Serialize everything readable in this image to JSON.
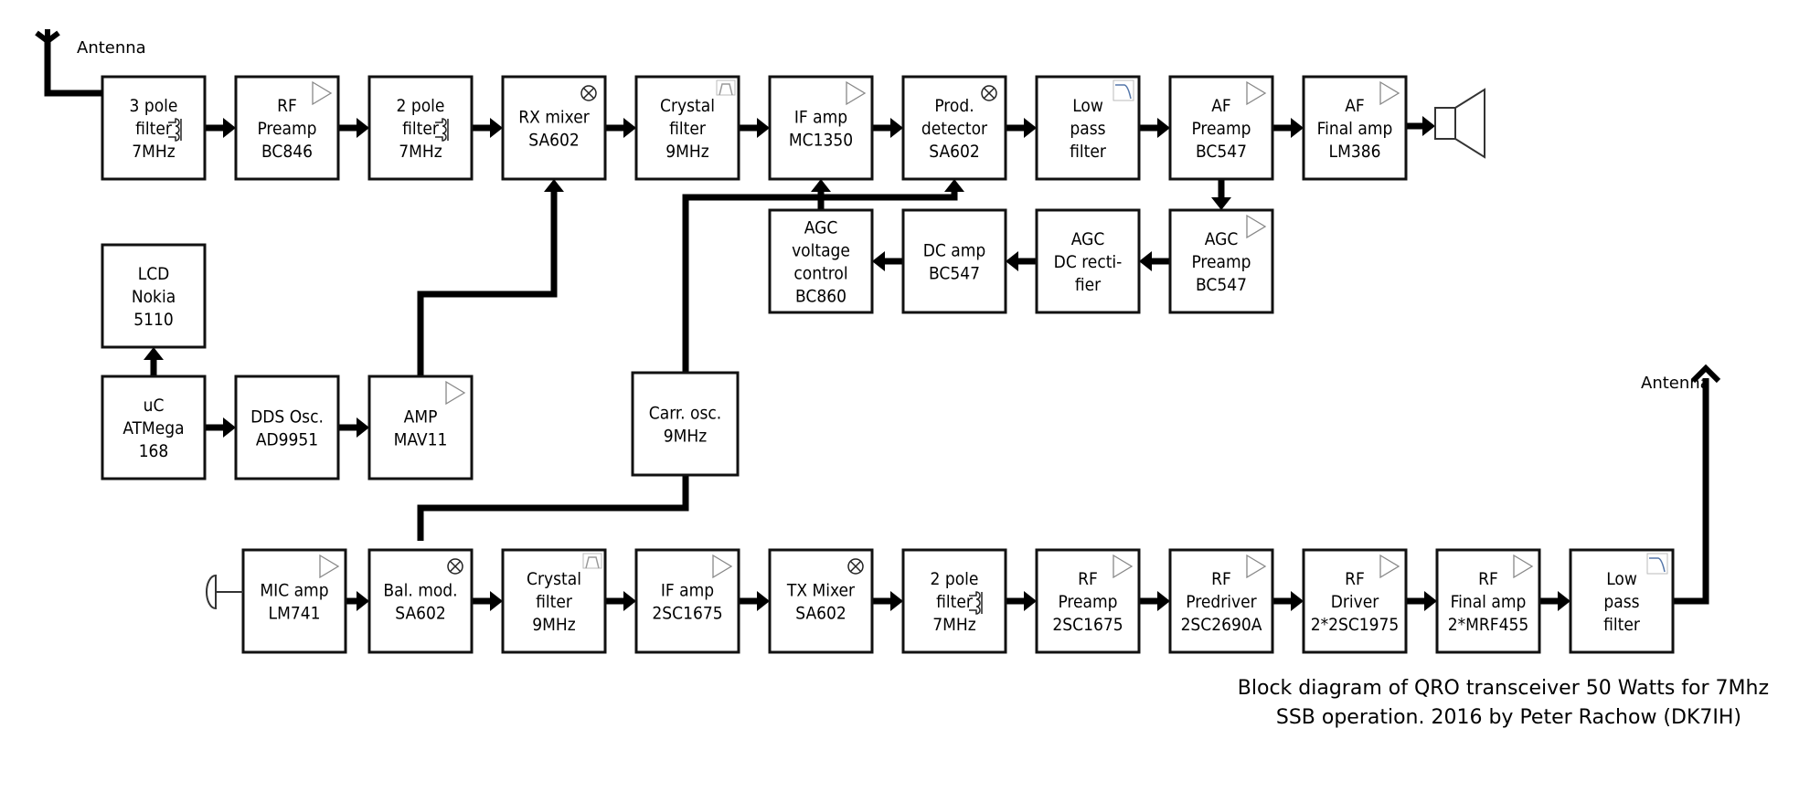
{
  "antenna_rx_label": "Antenna",
  "antenna_tx_label": "Antenna",
  "caption": [
    "Block diagram of QRO transceiver 50 Watts for 7Mhz",
    "SSB operation. 2016 by Peter Rachow (DK7IH)"
  ],
  "blocks": {
    "rx_bpf": [
      "3 pole",
      "filter",
      "7MHz"
    ],
    "rf_preamp_rx": [
      "RF",
      "Preamp",
      "BC846"
    ],
    "rx_2pole": [
      "2 pole",
      "filter",
      "7MHz"
    ],
    "rx_mixer": [
      "RX mixer",
      "SA602"
    ],
    "rx_crystal": [
      "Crystal",
      "filter",
      "9MHz"
    ],
    "if_amp_rx": [
      "IF amp",
      "MC1350"
    ],
    "prod_det": [
      "Prod.",
      "detector",
      "SA602"
    ],
    "rx_lpf": [
      "Low",
      "pass",
      "filter"
    ],
    "af_preamp": [
      "AF",
      "Preamp",
      "BC547"
    ],
    "af_final": [
      "AF",
      "Final amp",
      "LM386"
    ],
    "agc_preamp": [
      "AGC",
      "Preamp",
      "BC547"
    ],
    "agc_rect": [
      "AGC",
      "DC recti-",
      "fier"
    ],
    "dc_amp": [
      "DC amp",
      "BC547"
    ],
    "agc_vc": [
      "AGC",
      "voltage",
      "control",
      "BC860"
    ],
    "lcd": [
      "LCD",
      "Nokia",
      "5110"
    ],
    "uc": [
      "uC",
      "ATMega",
      "168"
    ],
    "dds": [
      "DDS Osc.",
      "AD9951"
    ],
    "amp_mav": [
      "AMP",
      "MAV11"
    ],
    "carr_osc": [
      "Carr. osc.",
      "9MHz"
    ],
    "mic_amp": [
      "MIC amp",
      "LM741"
    ],
    "bal_mod": [
      "Bal. mod.",
      "SA602"
    ],
    "tx_crystal": [
      "Crystal",
      "filter",
      "9MHz"
    ],
    "if_amp_tx": [
      "IF amp",
      "2SC1675"
    ],
    "tx_mixer": [
      "TX Mixer",
      "SA602"
    ],
    "tx_2pole": [
      "2 pole",
      "filter",
      "7MHz"
    ],
    "rf_preamp_tx": [
      "RF",
      "Preamp",
      "2SC1675"
    ],
    "rf_predriver": [
      "RF",
      "Predriver",
      "2SC2690A"
    ],
    "rf_driver": [
      "RF",
      "Driver",
      "2*2SC1975"
    ],
    "rf_final": [
      "RF",
      "Final amp",
      "2*MRF455"
    ],
    "tx_lpf": [
      "Low",
      "pass",
      "filter"
    ]
  },
  "block_symbols": {
    "rx_bpf": "coil-icon",
    "rf_preamp_rx": "amplifier-icon",
    "rx_2pole": "coil-icon",
    "rx_mixer": "mixer-icon",
    "rx_crystal": "crystal-filter-icon",
    "if_amp_rx": "amplifier-icon",
    "prod_det": "mixer-icon",
    "rx_lpf": "lowpass-icon",
    "af_preamp": "amplifier-icon",
    "af_final": "amplifier-icon",
    "agc_preamp": "amplifier-icon",
    "amp_mav": "amplifier-icon",
    "mic_amp": "amplifier-icon",
    "bal_mod": "mixer-icon",
    "tx_crystal": "crystal-filter-icon",
    "if_amp_tx": "amplifier-icon",
    "tx_mixer": "mixer-icon",
    "tx_2pole": "coil-icon",
    "rf_preamp_tx": "amplifier-icon",
    "rf_predriver": "amplifier-icon",
    "rf_driver": "amplifier-icon",
    "rf_final": "amplifier-icon",
    "tx_lpf": "lowpass-icon"
  },
  "connections": [
    [
      "antenna_rx",
      "rx_bpf"
    ],
    [
      "rx_bpf",
      "rf_preamp_rx"
    ],
    [
      "rf_preamp_rx",
      "rx_2pole"
    ],
    [
      "rx_2pole",
      "rx_mixer"
    ],
    [
      "rx_mixer",
      "rx_crystal"
    ],
    [
      "rx_crystal",
      "if_amp_rx"
    ],
    [
      "if_amp_rx",
      "prod_det"
    ],
    [
      "prod_det",
      "rx_lpf"
    ],
    [
      "rx_lpf",
      "af_preamp"
    ],
    [
      "af_preamp",
      "af_final"
    ],
    [
      "af_final",
      "speaker"
    ],
    [
      "af_preamp",
      "agc_preamp"
    ],
    [
      "agc_preamp",
      "agc_rect"
    ],
    [
      "agc_rect",
      "dc_amp"
    ],
    [
      "dc_amp",
      "agc_vc"
    ],
    [
      "agc_vc",
      "if_amp_rx"
    ],
    [
      "uc",
      "lcd"
    ],
    [
      "uc",
      "dds"
    ],
    [
      "dds",
      "amp_mav"
    ],
    [
      "amp_mav",
      "rx_mixer"
    ],
    [
      "carr_osc",
      "prod_det"
    ],
    [
      "carr_osc",
      "bal_mod"
    ],
    [
      "microphone",
      "mic_amp"
    ],
    [
      "mic_amp",
      "bal_mod"
    ],
    [
      "bal_mod",
      "tx_crystal"
    ],
    [
      "tx_crystal",
      "if_amp_tx"
    ],
    [
      "if_amp_tx",
      "tx_mixer"
    ],
    [
      "tx_mixer",
      "tx_2pole"
    ],
    [
      "tx_2pole",
      "rf_preamp_tx"
    ],
    [
      "rf_preamp_tx",
      "rf_predriver"
    ],
    [
      "rf_predriver",
      "rf_driver"
    ],
    [
      "rf_driver",
      "rf_final"
    ],
    [
      "rf_final",
      "tx_lpf"
    ],
    [
      "tx_lpf",
      "antenna_tx"
    ]
  ],
  "colors": {
    "line": "#000000",
    "block_border": "#111111",
    "symbol": "#888888"
  }
}
